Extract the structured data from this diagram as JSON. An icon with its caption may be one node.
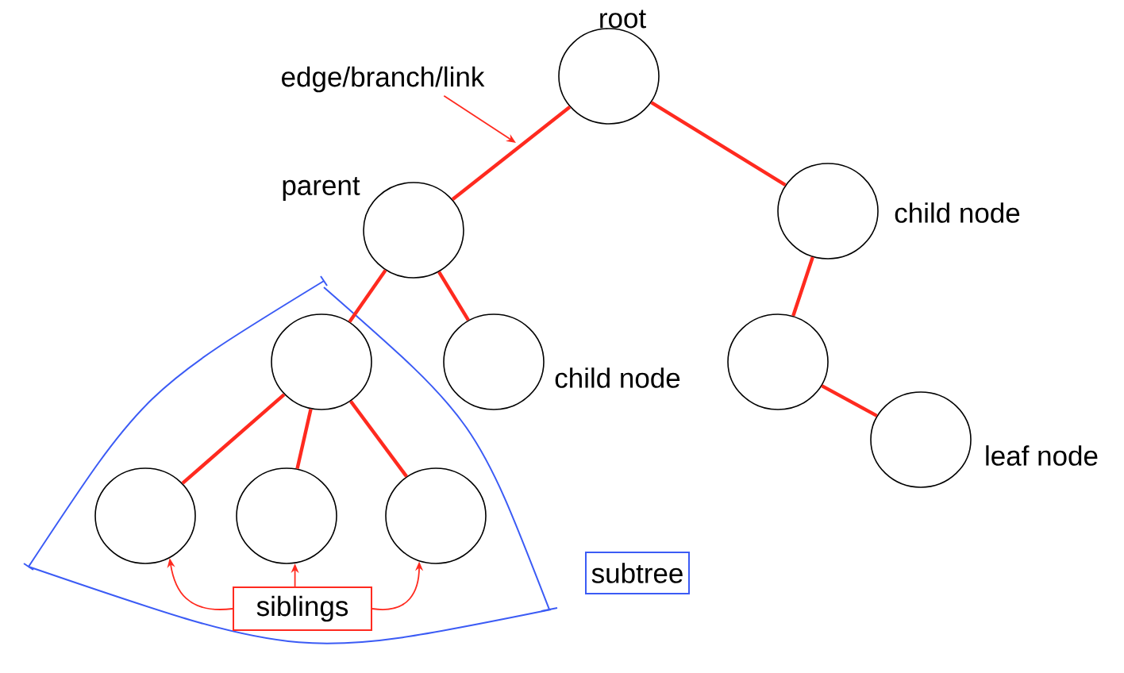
{
  "diagram": {
    "nodes": [
      {
        "text": [],
        "shape": "circle",
        "beside": [
          "root"
        ]
      },
      {
        "text": [
          "edge/branch/link"
        ]
      },
      {
        "text": [],
        "shape": "circle",
        "beside": [
          "parent"
        ]
      },
      {
        "text": [],
        "shape": "circle",
        "beside": [
          "child node"
        ]
      },
      {
        "text": [],
        "shape": "circle"
      },
      {
        "text": [],
        "shape": "circle",
        "beside": [
          "child node"
        ]
      },
      {
        "text": [],
        "shape": "circle"
      },
      {
        "text": [],
        "shape": "circle",
        "beside": [
          "leaf node"
        ]
      },
      {
        "text": [],
        "shape": "circle"
      },
      {
        "text": [],
        "shape": "circle"
      },
      {
        "text": [],
        "shape": "circle"
      },
      {
        "text": [
          "subtree"
        ]
      },
      {
        "text": [
          "siblings"
        ]
      }
    ],
    "edges": [
      {
        "from": 0,
        "to": 2,
        "arrow": "none"
      },
      {
        "from": 0,
        "to": 3,
        "arrow": "none"
      },
      {
        "from": 1,
        "to": null,
        "arrow": "to"
      },
      {
        "from": 2,
        "to": 4,
        "arrow": "none"
      },
      {
        "from": 2,
        "to": 5,
        "arrow": "none"
      },
      {
        "from": 3,
        "to": 6,
        "arrow": "none"
      },
      {
        "from": 6,
        "to": 7,
        "arrow": "none"
      },
      {
        "from": 4,
        "to": 8,
        "arrow": "none"
      },
      {
        "from": 4,
        "to": 9,
        "arrow": "none"
      },
      {
        "from": 4,
        "to": 10,
        "arrow": "none"
      },
      {
        "from": 12,
        "to": 8,
        "arrow": "to"
      },
      {
        "from": 12,
        "to": 9,
        "arrow": "to"
      },
      {
        "from": 12,
        "to": 10,
        "arrow": "to"
      }
    ]
  }
}
